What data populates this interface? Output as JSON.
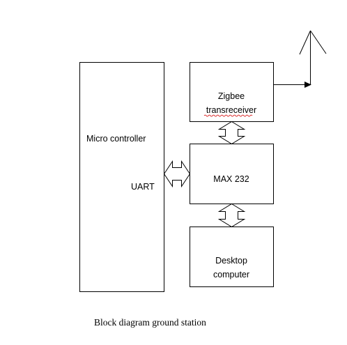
{
  "blocks": {
    "microcontroller": {
      "label": "Micro controller",
      "port_label": "UART"
    },
    "zigbee": {
      "label_line1": "Zigbee",
      "label_line2": "transreceiver"
    },
    "max232": {
      "label": "MAX 232"
    },
    "desktop": {
      "label_line1": "Desktop",
      "label_line2": "computer"
    }
  },
  "caption": "Block diagram ground station",
  "icons": [
    "antenna-icon",
    "double-arrow-icon"
  ],
  "colors": {
    "line": "#000000",
    "spellcheck_underline": "#d40000"
  }
}
